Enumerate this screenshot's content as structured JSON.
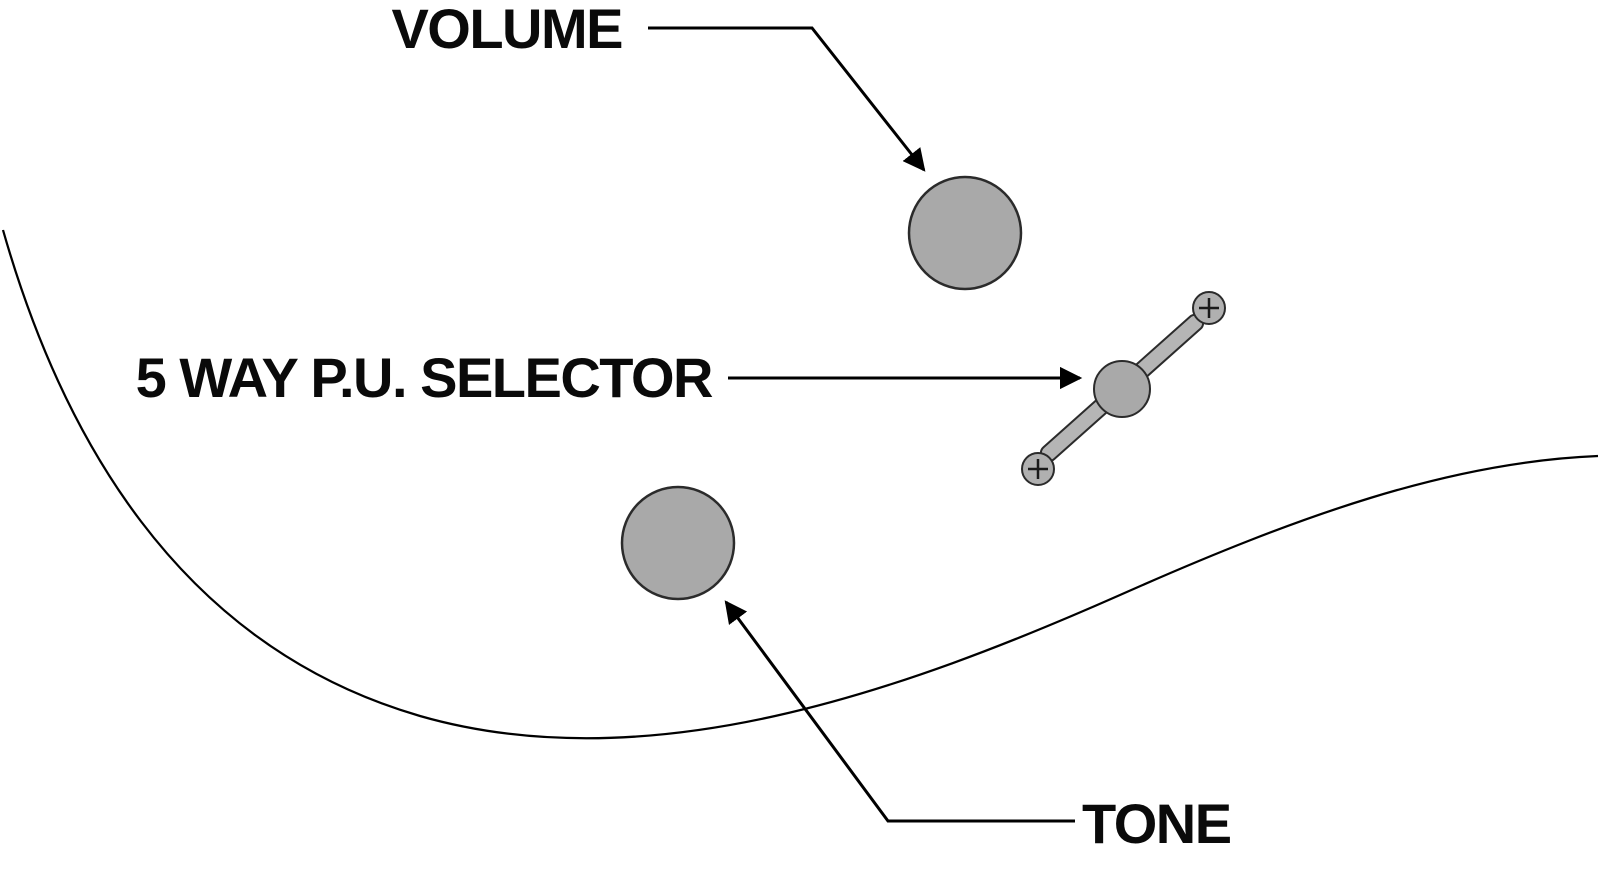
{
  "diagram": {
    "type": "guitar-controls-callout",
    "labels": {
      "volume": "VOLUME",
      "selector": "5 WAY P.U. SELECTOR",
      "tone": "TONE"
    },
    "colors": {
      "background": "#ffffff",
      "line": "#000000",
      "knob_fill": "#a9a9a9",
      "knob_stroke": "#2b2b2b",
      "lever_fill": "#b5b5b5",
      "screw_fill": "#b0b0b0"
    }
  }
}
